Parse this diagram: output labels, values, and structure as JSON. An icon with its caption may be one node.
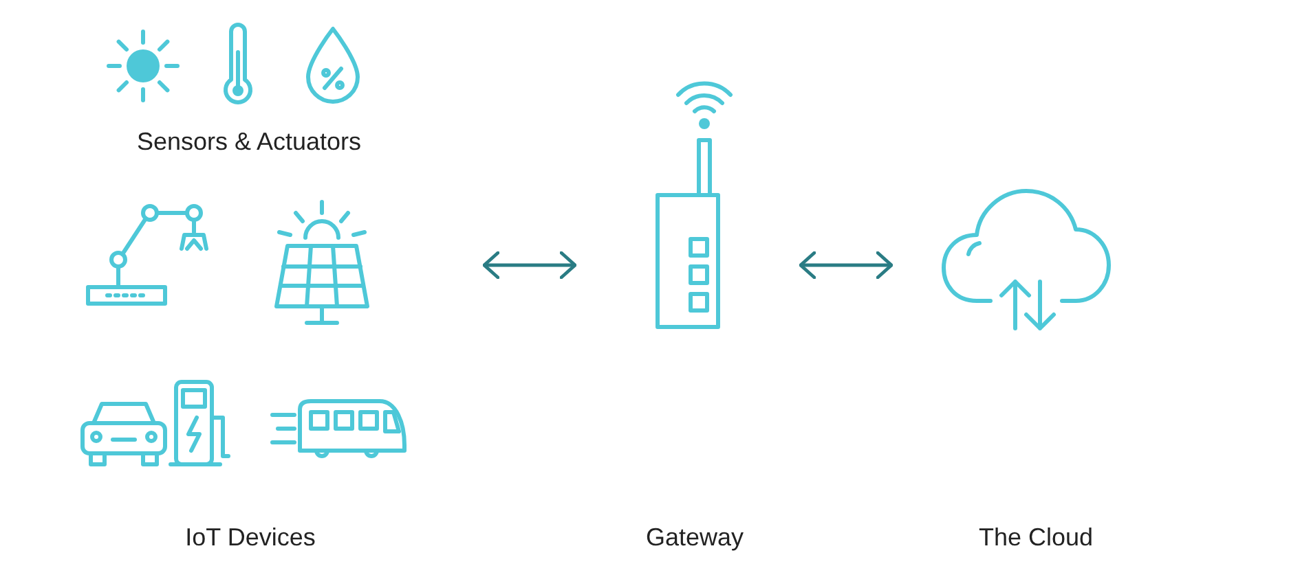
{
  "diagram": {
    "nodes": [
      {
        "text": [
          "IoT Devices"
        ]
      },
      {
        "text": [
          "Gateway"
        ]
      },
      {
        "text": [
          "The Cloud"
        ]
      }
    ],
    "edges": [
      {
        "from": 0,
        "to": 1,
        "arrow": "both"
      },
      {
        "from": 1,
        "to": 2,
        "arrow": "both"
      }
    ],
    "labels": [
      "Sensors & Actuators"
    ]
  }
}
